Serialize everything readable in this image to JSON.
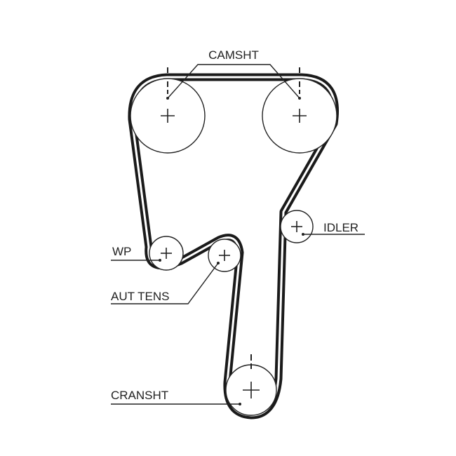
{
  "labels": {
    "camshaft": "CAMSHT",
    "idler": "IDLER",
    "water_pump": "WP",
    "tensioner": "AUT TENS",
    "crankshaft": "CRANSHT"
  },
  "colors": {
    "belt": "#1a1a1a",
    "line": "#222222",
    "background": "#ffffff"
  }
}
